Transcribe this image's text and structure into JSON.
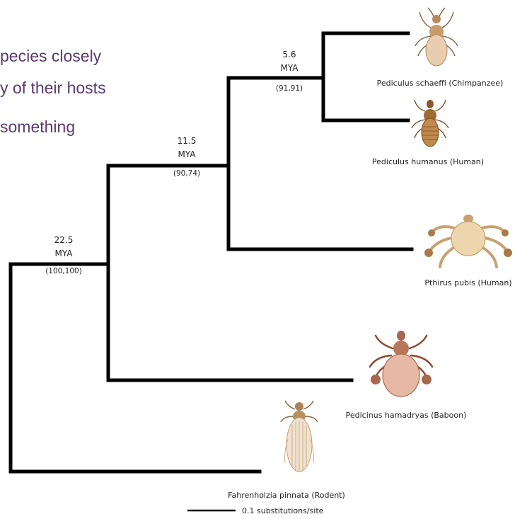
{
  "slide_text": {
    "line1": "pecies closely",
    "line2": "y of their hosts",
    "line3": "something"
  },
  "nodes": [
    {
      "id": "n1",
      "time": "22.5",
      "unit": "MYA",
      "support": "(100,100)"
    },
    {
      "id": "n2",
      "time": "11.5",
      "unit": "MYA",
      "support": "(90,74)"
    },
    {
      "id": "n3",
      "time": "5.6",
      "unit": "MYA",
      "support": "(91,91)"
    }
  ],
  "taxa": [
    {
      "id": "schaeffi",
      "label": "Pediculus schaeffi (Chimpanzee)",
      "icon": "louse-illustration",
      "color": "#c99a6a"
    },
    {
      "id": "humanus",
      "label": "Pediculus humanus (Human)",
      "icon": "louse-illustration",
      "color": "#b07a3c"
    },
    {
      "id": "pubis",
      "label": "Pthirus pubis (Human)",
      "icon": "crab-louse-illustration",
      "color": "#d9b988"
    },
    {
      "id": "hamadryas",
      "label": "Pedicinus hamadryas (Baboon)",
      "icon": "louse-illustration",
      "color": "#a8674f"
    },
    {
      "id": "pinnata",
      "label": "Fahrenholzia pinnata (Rodent)",
      "icon": "louse-illustration",
      "color": "#c8a078"
    }
  ],
  "scale_bar": {
    "label": "0.1 substitutions/site"
  },
  "colors": {
    "branch": "#000000",
    "slide_text": "#5b3a6e"
  }
}
